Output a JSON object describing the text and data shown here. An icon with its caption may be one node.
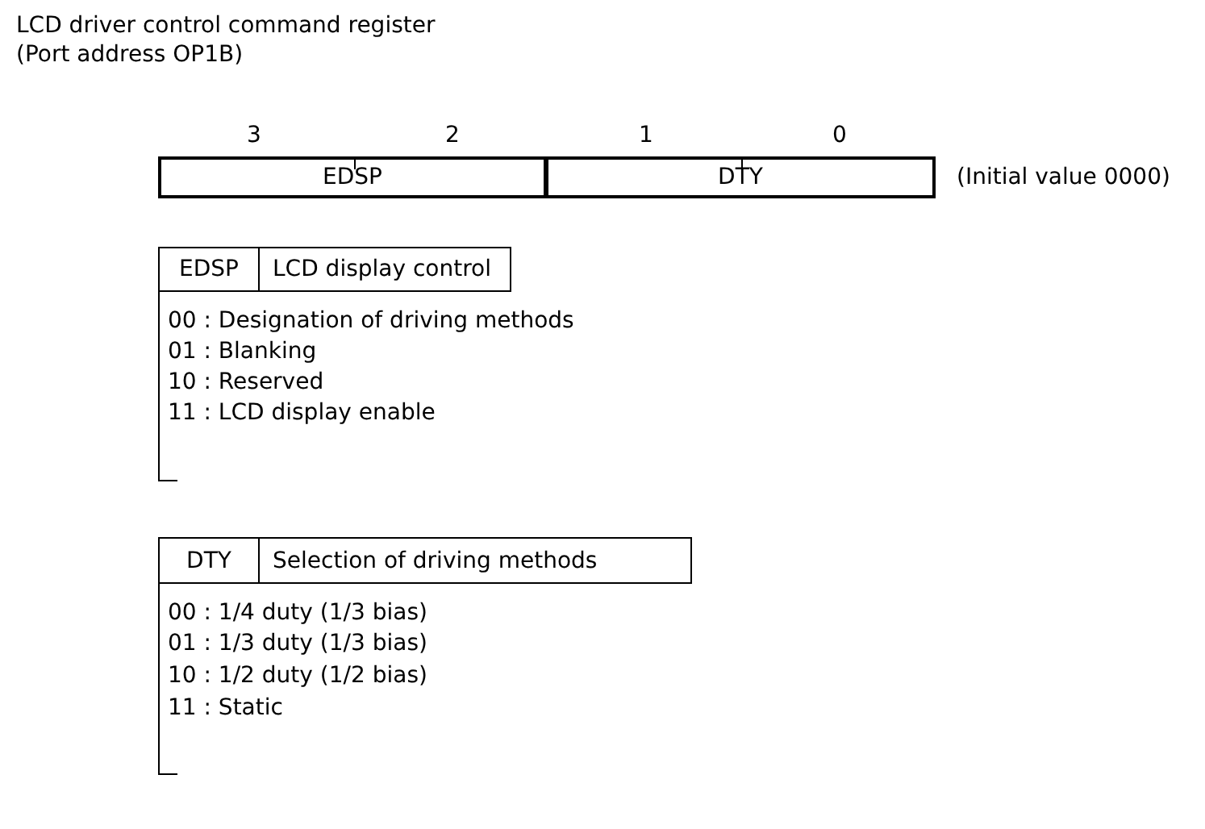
{
  "diagram": {
    "title": "LCD driver control command register",
    "nodes": [
      {
        "text": [
          "EDSP"
        ]
      },
      {
        "text": [
          "DTY"
        ]
      },
      {
        "text": [
          "EDSP"
        ]
      },
      {
        "text": [
          "LCD display control"
        ]
      },
      {
        "text": [
          "DTY"
        ]
      },
      {
        "text": [
          "Selection of driving methods"
        ]
      }
    ],
    "labels": [
      "(Port address OP1B)",
      "3",
      "2",
      "1",
      "0",
      "(Initial value 0000)",
      "00 : Designation of driving methods",
      "01 : Blanking",
      "10 : Reserved",
      "11 : LCD display enable",
      "00 : 1/4 duty (1/3 bias)",
      "01 : 1/3 duty (1/3 bias)",
      "10 : 1/2 duty (1/2 bias)",
      "11 : Static"
    ]
  }
}
